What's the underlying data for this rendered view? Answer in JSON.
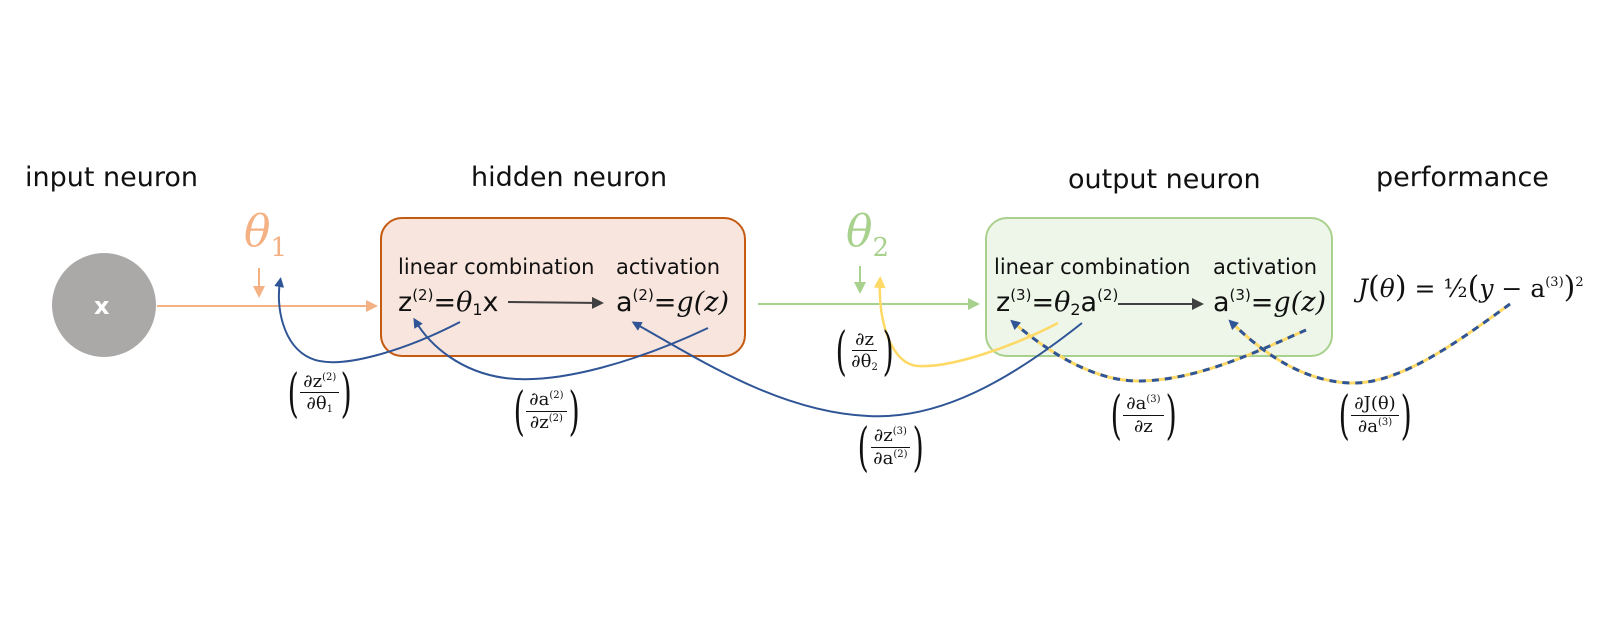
{
  "headers": {
    "input": "input neuron",
    "hidden": "hidden neuron",
    "output": "output neuron",
    "performance": "performance"
  },
  "input_node": {
    "label": "x",
    "color": "#aba8a8"
  },
  "weights": {
    "theta1": {
      "symbol": "θ",
      "sub": "1",
      "color": "#f4b183"
    },
    "theta2": {
      "symbol": "θ",
      "sub": "2",
      "color": "#a9d18e"
    }
  },
  "hidden_box": {
    "fill": "#f8e5dd",
    "border": "#c55a11",
    "linear_label": "linear combination",
    "activation_label": "activation",
    "linear_eq": {
      "lhs": "z",
      "lhs_sup": "(2)",
      "eq": "=",
      "theta": "θ",
      "theta_sub": "1",
      "rhs": "x"
    },
    "activation_eq": {
      "lhs": "a",
      "lhs_sup": "(2)",
      "eq": "=",
      "func": "g(z)"
    }
  },
  "output_box": {
    "fill": "#eef5e9",
    "border": "#a9d18e",
    "linear_label": "linear combination",
    "activation_label": "activation",
    "linear_eq": {
      "lhs": "z",
      "lhs_sup": "(3)",
      "eq": "=",
      "theta": "θ",
      "theta_sub": "2",
      "rhs": "a",
      "rhs_sup": "(2)"
    },
    "activation_eq": {
      "lhs": "a",
      "lhs_sup": "(3)",
      "eq": "=",
      "func": "g(z)"
    }
  },
  "cost": {
    "J": "J",
    "theta": "θ",
    "eq": "=",
    "half": "½",
    "y": "y",
    "minus": "−",
    "a": "a",
    "a_sup": "(3)",
    "power": "2"
  },
  "derivatives": {
    "dz2_dtheta1": {
      "num": "∂z",
      "num_sup": "(2)",
      "den": "∂θ",
      "den_sub": "1"
    },
    "da2_dz2": {
      "num": "∂a",
      "num_sup": "(2)",
      "den": "∂z",
      "den_sup": "(2)"
    },
    "dz_dtheta2": {
      "num": "∂z",
      "den": "∂θ",
      "den_sub": "2"
    },
    "dz3_da2": {
      "num": "∂z",
      "num_sup": "(3)",
      "den": "∂a",
      "den_sup": "(2)"
    },
    "da3_dz": {
      "num": "∂a",
      "num_sup": "(3)",
      "den": "∂z"
    },
    "dJ_da3": {
      "num": "∂J(θ)",
      "den": "∂a",
      "den_sup": "(3)"
    }
  },
  "colors": {
    "backprop_blue": "#2f5597",
    "backprop_yellow": "#ffd966",
    "forward_arrow": "#404040",
    "forward_orange": "#f4b183",
    "forward_green": "#a9d18e"
  }
}
